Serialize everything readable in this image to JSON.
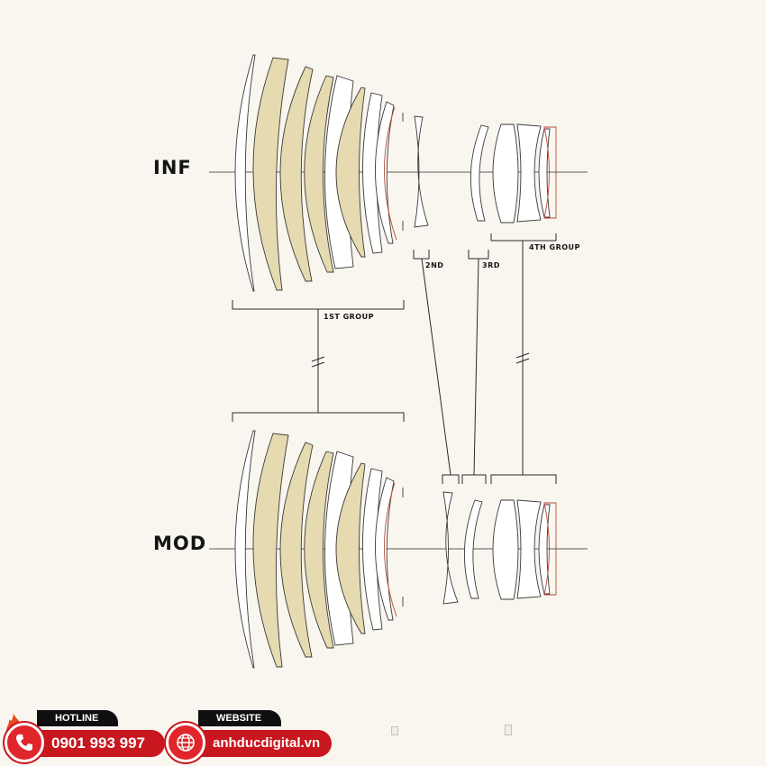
{
  "labels": {
    "inf": "INF",
    "mod": "MOD",
    "group1": "1ST GROUP",
    "group2": "2ND",
    "group3": "3RD",
    "group4": "4TH GROUP"
  },
  "colors": {
    "background": "#f9f6ef",
    "lens_fill": "#e6dab0",
    "lens_plain": "#ffffff",
    "lens_outline": "#3a3a3a",
    "lens_accent": "#b84a32",
    "brand_red": "#c8171f"
  },
  "footer": {
    "hotline": {
      "tag": "HOTLINE",
      "value": "0901 993 997",
      "icon": "phone-icon"
    },
    "website": {
      "tag": "WEBSITE",
      "value": "anhducdigital.vn",
      "icon": "globe-icon"
    }
  }
}
